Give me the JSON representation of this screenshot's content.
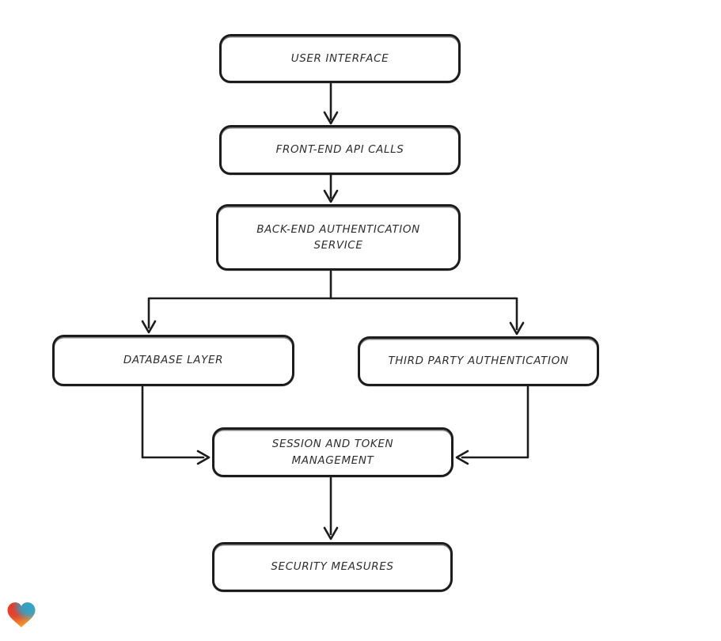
{
  "diagram": {
    "title": "",
    "background_color": "#ffffff",
    "stroke_color": "#1c1c1c",
    "node_fill_color": "#ffffff",
    "text_color": "#2e2e2e",
    "nodes": [
      {
        "id": "user-interface",
        "label": "USER INTERFACE"
      },
      {
        "id": "front-end-api-calls",
        "label": "FRONT-END API CALLS"
      },
      {
        "id": "back-end-authentication-service",
        "label": "BACK-END AUTHENTICATION\nSERVICE"
      },
      {
        "id": "database-layer",
        "label": "DATABASE LAYER"
      },
      {
        "id": "third-party-authentication",
        "label": "THIRD PARTY AUTHENTICATION"
      },
      {
        "id": "session-and-token-management",
        "label": "SESSION AND TOKEN\nMANAGEMENT"
      },
      {
        "id": "security-measures",
        "label": "SECURITY MEASURES"
      }
    ],
    "edges": [
      {
        "from": "user-interface",
        "to": "front-end-api-calls",
        "arrow": "down"
      },
      {
        "from": "front-end-api-calls",
        "to": "back-end-authentication-service",
        "arrow": "down"
      },
      {
        "from": "back-end-authentication-service",
        "to": "database-layer",
        "arrow": "down"
      },
      {
        "from": "back-end-authentication-service",
        "to": "third-party-authentication",
        "arrow": "down"
      },
      {
        "from": "database-layer",
        "to": "session-and-token-management",
        "arrow": "right"
      },
      {
        "from": "third-party-authentication",
        "to": "session-and-token-management",
        "arrow": "left"
      },
      {
        "from": "session-and-token-management",
        "to": "security-measures",
        "arrow": "down"
      }
    ],
    "logo": {
      "icon": "heart-icon",
      "colors": [
        "#e23b2e",
        "#f09a30",
        "#2ba6cb"
      ]
    }
  }
}
